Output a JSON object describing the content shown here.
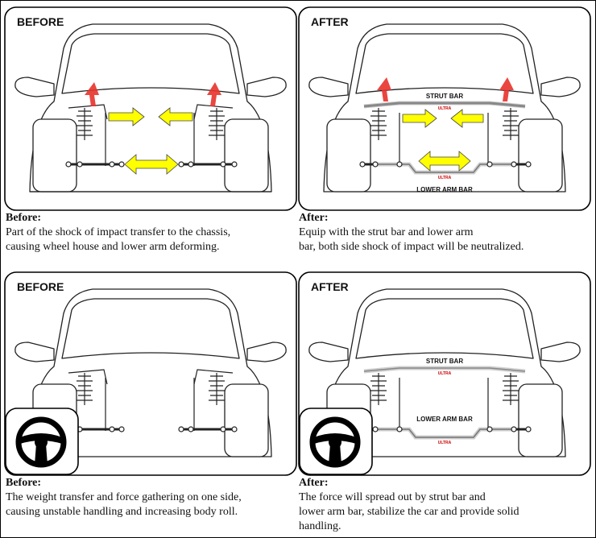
{
  "panels": [
    {
      "title": "BEFORE",
      "caption_title": "Before:",
      "caption_lines": [
        "Part of the shock of impact transfer to the chassis,",
        "causing wheel house and lower arm deforming."
      ]
    },
    {
      "title": "AFTER",
      "strut_label": "STRUT BAR",
      "lower_label": "LOWER ARM BAR",
      "brand": "ULTRA",
      "caption_title": "After:",
      "caption_lines": [
        "Equip with the strut bar and lower arm",
        "bar, both side shock of impact will be neutralized."
      ]
    },
    {
      "title": "BEFORE",
      "caption_title": "Before:",
      "caption_lines": [
        "The weight transfer and force gathering on one side,",
        "causing unstable handling and increasing body roll."
      ]
    },
    {
      "title": "AFTER",
      "strut_label": "STRUT BAR",
      "lower_label": "LOWER ARM BAR",
      "brand": "ULTRA",
      "caption_title": "After:",
      "caption_lines": [
        "The force will spread out by strut bar and",
        "lower arm bar, stabilize the car and provide solid",
        "handling."
      ]
    }
  ],
  "colors": {
    "arrow_red": "#e8322b",
    "arrow_yellow": "#ffff00",
    "bar_grey": "#cfcfcf"
  },
  "icons": [
    "steering-wheel-icon",
    "force-arrow-icon"
  ]
}
